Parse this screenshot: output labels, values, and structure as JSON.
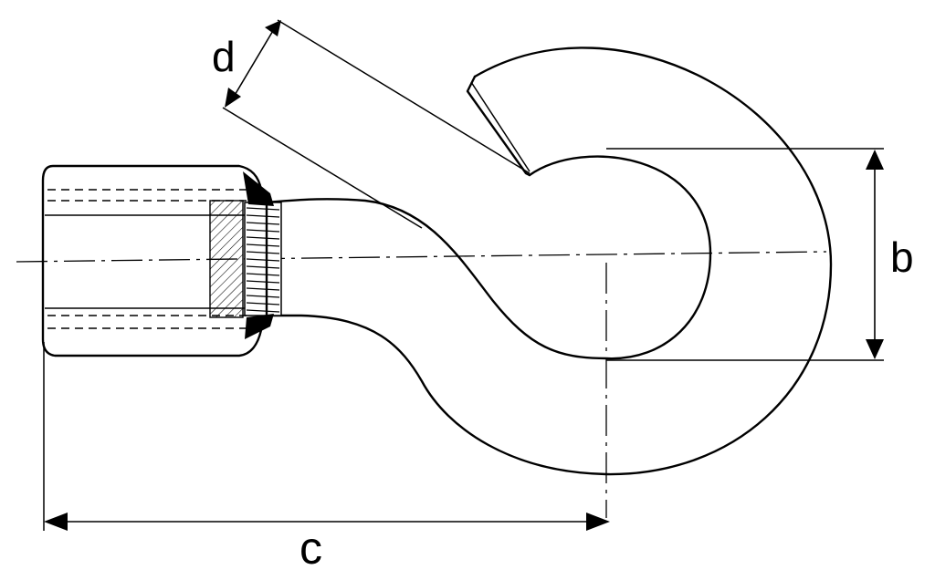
{
  "diagram": {
    "labels": {
      "d": "d",
      "b": "b",
      "c": "c"
    },
    "colors": {
      "ink": "#000000",
      "paper": "#ffffff"
    }
  }
}
